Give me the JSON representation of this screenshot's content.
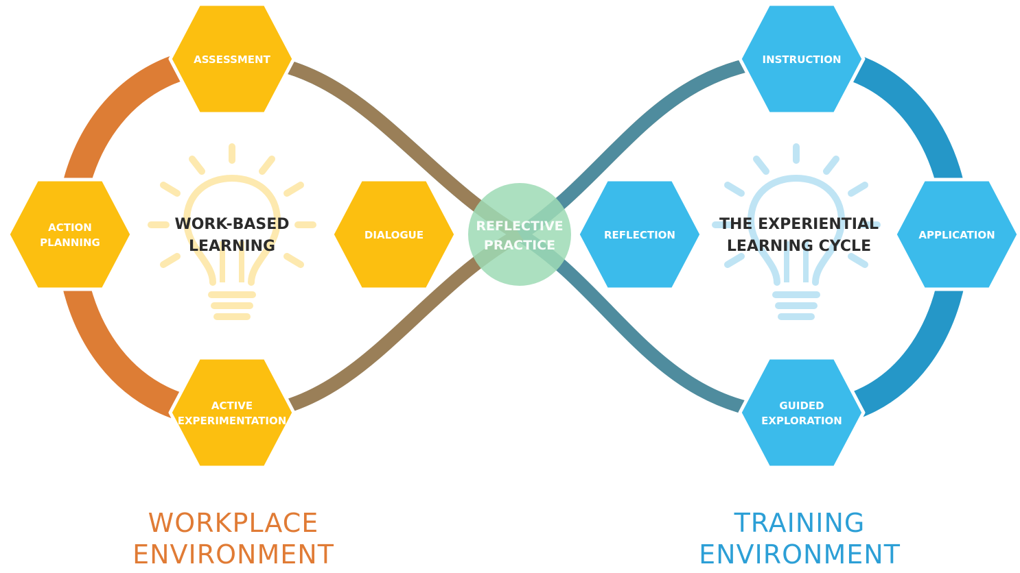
{
  "colors": {
    "orange_ring": "#dd7d35",
    "yellow_hex": "#fcbf10",
    "blue_ring": "#2597c8",
    "blue_hex": "#3bbbeb",
    "brown_strand": "#9a7f58",
    "teal_strand": "#4f8c9e",
    "reflective_circle": "#9edbb5",
    "bulb_yellow": "#fde6a2",
    "bulb_blue": "#b5e0f3",
    "workplace_text": "#e07b35",
    "training_text": "#2c9fd6"
  },
  "left_cycle": {
    "title": [
      "WORK-BASED",
      "LEARNING"
    ],
    "icon": "lightbulb-icon",
    "nodes": {
      "assessment": [
        "ASSESSMENT"
      ],
      "action_planning": [
        "ACTION",
        "PLANNING"
      ],
      "dialogue": [
        "DIALOGUE"
      ],
      "active_experimentation": [
        "ACTIVE",
        "EXPERIMENTATION"
      ]
    }
  },
  "right_cycle": {
    "title": [
      "THE EXPERIENTIAL",
      "LEARNING CYCLE"
    ],
    "icon": "lightbulb-icon",
    "nodes": {
      "instruction": [
        "INSTRUCTION"
      ],
      "reflection": [
        "REFLECTION"
      ],
      "application": [
        "APPLICATION"
      ],
      "guided_exploration": [
        "GUIDED",
        "EXPLORATION"
      ]
    }
  },
  "center": {
    "label": [
      "REFLECTIVE",
      "PRACTICE"
    ]
  },
  "environments": {
    "workplace": [
      "WORKPLACE",
      "ENVIRONMENT"
    ],
    "training": [
      "TRAINING",
      "ENVIRONMENT"
    ]
  }
}
